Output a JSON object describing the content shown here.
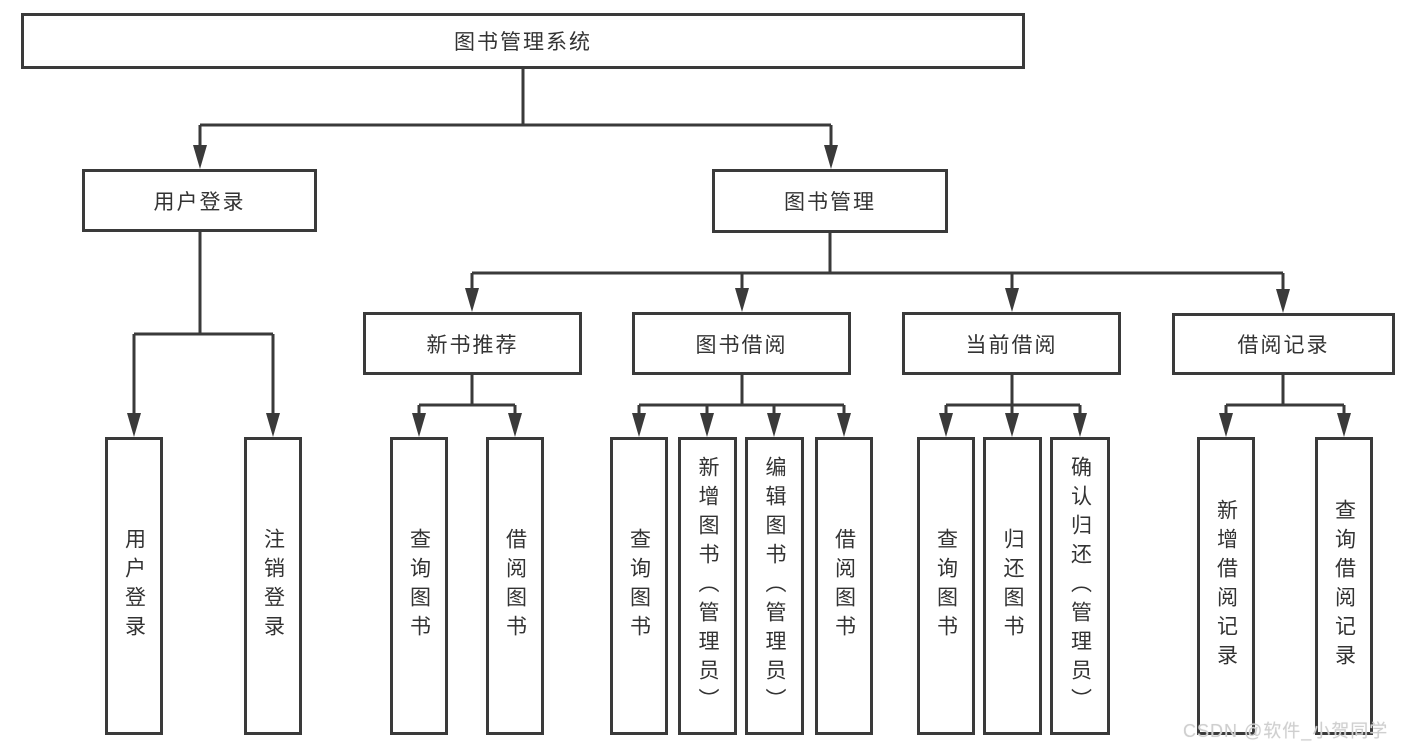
{
  "page": {
    "background": "#ffffff"
  },
  "colors": {
    "line": "#3a3a3a",
    "box_border": "#3a3a3a",
    "box_fill": "#ffffff",
    "text": "#333333",
    "watermark": "#cfcfcf"
  },
  "diagram_type": "hierarchy-tree",
  "nodes": {
    "root": "图书管理系统",
    "user_login": "用户登录",
    "book_management": "图书管理",
    "new_book_recommend": "新书推荐",
    "book_borrowing": "图书借阅",
    "current_borrowing": "当前借阅",
    "borrowing_records": "借阅记录",
    "leaf_user_login": "用户登录",
    "leaf_logout": "注销登录",
    "leaf_query_books_recommend": "查询图书",
    "leaf_borrow_books_recommend": "借阅图书",
    "leaf_query_books_borrowing": "查询图书",
    "leaf_add_book_admin": "新增图书（管理员）",
    "leaf_edit_book_admin": "编辑图书（管理员）",
    "leaf_borrow_books_borrowing": "借阅图书",
    "leaf_query_books_current": "查询图书",
    "leaf_return_book": "归还图书",
    "leaf_confirm_return_admin": "确认归还（管理员）",
    "leaf_add_borrow_record": "新增借阅记录",
    "leaf_query_borrow_record": "查询借阅记录"
  },
  "hierarchy": {
    "图书管理系统": {
      "用户登录": [
        "用户登录",
        "注销登录"
      ],
      "图书管理": {
        "新书推荐": [
          "查询图书",
          "借阅图书"
        ],
        "图书借阅": [
          "查询图书",
          "新增图书（管理员）",
          "编辑图书（管理员）",
          "借阅图书"
        ],
        "当前借阅": [
          "查询图书",
          "归还图书",
          "确认归还（管理员）"
        ],
        "借阅记录": [
          "新增借阅记录",
          "查询借阅记录"
        ]
      }
    }
  },
  "watermark": "CSDN @软件_小贺同学"
}
